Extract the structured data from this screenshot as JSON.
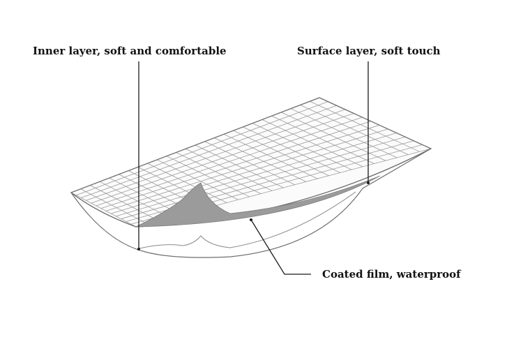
{
  "labels": {
    "inner_layer": "Inner layer, soft and comfortable",
    "surface_layer": "Surface layer, soft touch",
    "coated_film": "Coated film, waterproof"
  },
  "colors": {
    "background": "#ffffff",
    "grid_fill": "#fbfbfb",
    "grid_line": "#9a9a9a",
    "outline": "#6e6e6e",
    "coated_film": "#9b9b9b",
    "underside": "#ffffff",
    "leader_line": "#1a1a1a",
    "text": "#111111"
  }
}
